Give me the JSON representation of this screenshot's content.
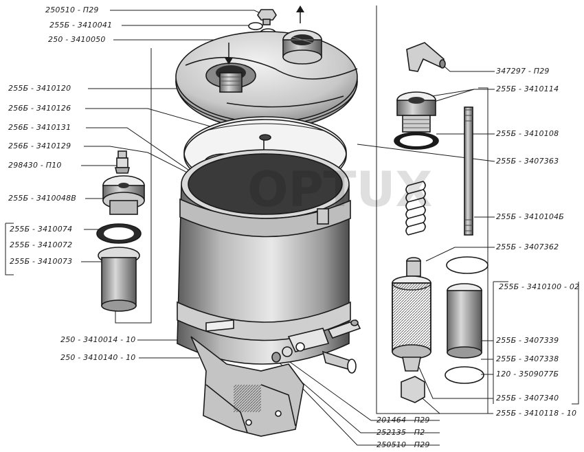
{
  "labels": {
    "l01": "250510 - П29",
    "l02": "255Б - 3410041",
    "l03": "250 - 3410050",
    "l04": "255Б - 3410120",
    "l05": "256Б - 3410126",
    "l06": "256Б - 3410131",
    "l07": "256Б - 3410129",
    "l08": "298430 - П10",
    "l09": "255Б - 3410048В",
    "l10": "255Б - 3410074",
    "l11": "255Б - 3410072",
    "l12": "255Б - 3410073",
    "l13": "250 - 3410014 - 10",
    "l14": "250 - 3410140 - 10",
    "l15": "201464 - П29",
    "l16": "252135 - П2",
    "l17": "250510 - П29",
    "l18": "347297 - П29",
    "l19": "255Б - 3410114",
    "l20": "255Б - 3410108",
    "l21": "255Б - 3407363",
    "l22": "255Б - 3410104Б",
    "l23": "255Б - 3407362",
    "l24": "255Б - 3410100 - 02",
    "l25": "255Б - 3407339",
    "l26": "255Б - 3407338",
    "l27": "120 - 3509077Б",
    "l28": "255Б - 3407340",
    "l29": "255Б - 3410118 - 10"
  },
  "colors": {
    "line": "#1a1a1a",
    "paper": "#ffffff",
    "shade": "#8a8a8a"
  }
}
